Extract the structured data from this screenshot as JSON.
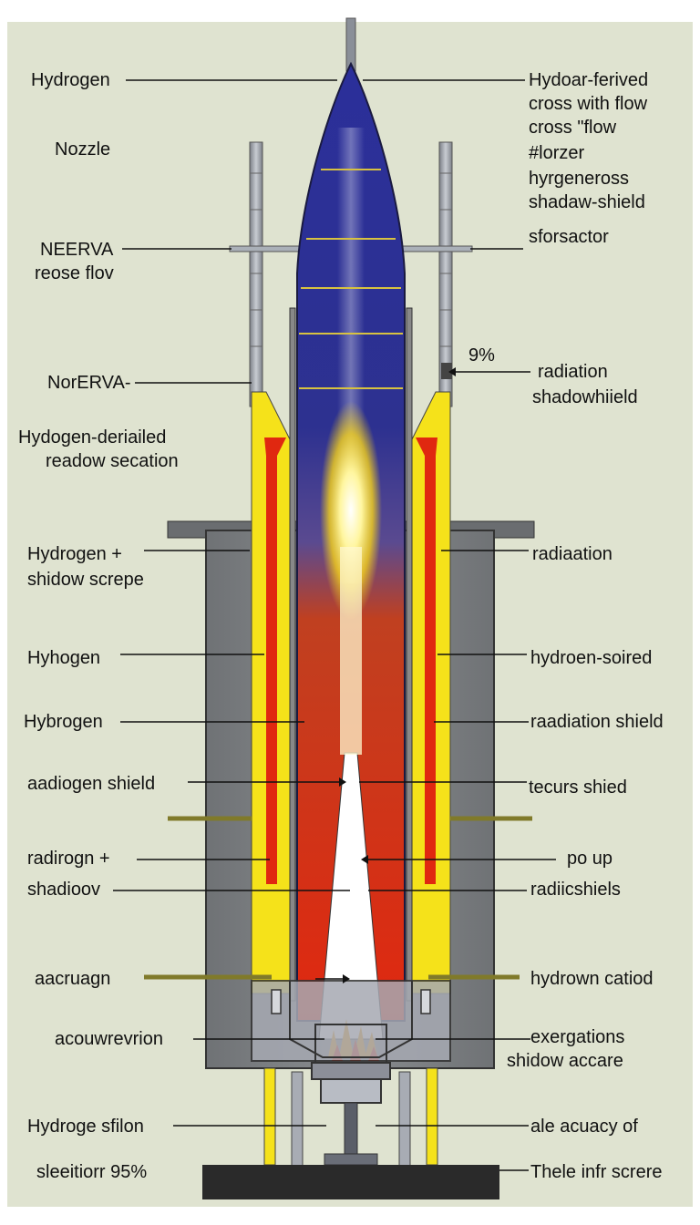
{
  "colors": {
    "background": "#dfe3d0",
    "nozzle_blue": "#2b2f9a",
    "flame_red": "#e02810",
    "flame_yellow": "#f5e21a",
    "shield_gray": "#7a7d80",
    "base_dark": "#2a2a2a"
  },
  "labels_left": [
    {
      "text": "Hydrogen"
    },
    {
      "text": "Nozzle"
    },
    {
      "text": "NEERVA"
    },
    {
      "text": "reose flov"
    },
    {
      "text": "NorERVA-"
    },
    {
      "text": "Hydogen-deriailed"
    },
    {
      "text": "readow secation"
    },
    {
      "text": "Hydrogen +"
    },
    {
      "text": "shidow scrере"
    },
    {
      "text": "Hyhogen"
    },
    {
      "text": "Hybrogen"
    },
    {
      "text": "aadiogen shield"
    },
    {
      "text": "radirogn +"
    },
    {
      "text": "shadioov"
    },
    {
      "text": "aacruagn"
    },
    {
      "text": "acouwrevrion"
    },
    {
      "text": "Hydroge sfilon"
    },
    {
      "text": "sleeitiorr 95%"
    }
  ],
  "labels_right": [
    {
      "text": "Hydoar-ferived"
    },
    {
      "text": "cross with flow"
    },
    {
      "text": "cross \"flow"
    },
    {
      "text": "#lorzer"
    },
    {
      "text": "hyrgeneross"
    },
    {
      "text": "shadaw-shield"
    },
    {
      "text": "sforsactor"
    },
    {
      "text": "9%"
    },
    {
      "text": "radiation"
    },
    {
      "text": "shadowhiield"
    },
    {
      "text": "radiaation"
    },
    {
      "text": "hydroen-soired"
    },
    {
      "text": "raadiation shield"
    },
    {
      "text": "tecurs shied"
    },
    {
      "text": "po up"
    },
    {
      "text": "radiicshiels"
    },
    {
      "text": "hydrown catiod"
    },
    {
      "text": "exergations"
    },
    {
      "text": "shidow accare"
    },
    {
      "text": "ale acuacy of"
    },
    {
      "text": "Thele infr screre"
    }
  ]
}
